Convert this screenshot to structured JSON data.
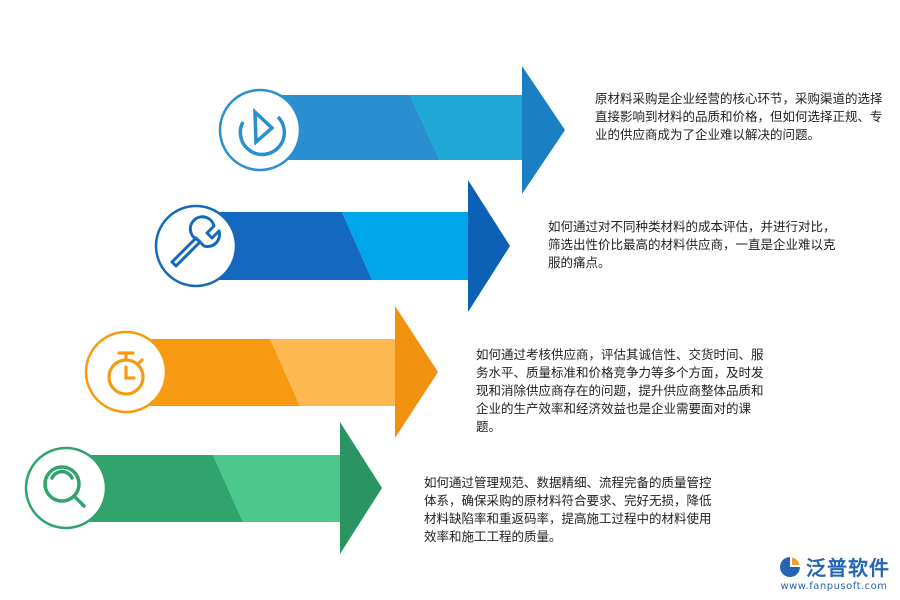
{
  "colors": {
    "arrow_1": [
      "#2a8fd0",
      "#1fa8d6",
      "#1b7fc4"
    ],
    "arrow_2": [
      "#1568c0",
      "#00a6ea",
      "#0c60b5"
    ],
    "arrow_3": [
      "#f79a12",
      "#fdb84f",
      "#f29010"
    ],
    "arrow_4": [
      "#30a46c",
      "#4dc88c",
      "#2a9562"
    ],
    "brand": "#2466b3"
  },
  "items": [
    {
      "icon": "pie-chart-icon",
      "text": "原材料采购是企业经营的核心环节，采购渠道的选择直接影响到材料的品质和价格，但如何选择正规、专业的供应商成为了企业难以解决的问题。"
    },
    {
      "icon": "wrench-icon",
      "text": "如何通过对不同种类材料的成本评估，并进行对比，筛选出性价比最高的材料供应商，一直是企业难以克服的痛点。"
    },
    {
      "icon": "stopwatch-icon",
      "text": "如何通过考核供应商，评估其诚信性、交货时间、服务水平、质量标准和价格竞争力等多个方面，及时发现和消除供应商存在的问题，提升供应商整体品质和企业的生产效率和经济效益也是企业需要面对的课题。"
    },
    {
      "icon": "magnifier-icon",
      "text": "如何通过管理规范、数据精细、流程完备的质量管控体系，确保采购的原材料符合要求、完好无损，降低材料缺陷率和重返码率，提高施工过程中的材料使用效率和施工工程的质量。"
    }
  ],
  "brand": {
    "name": "泛普软件",
    "url": "www.fanpusoft.com",
    "icon": "fanpu-logo-icon"
  }
}
